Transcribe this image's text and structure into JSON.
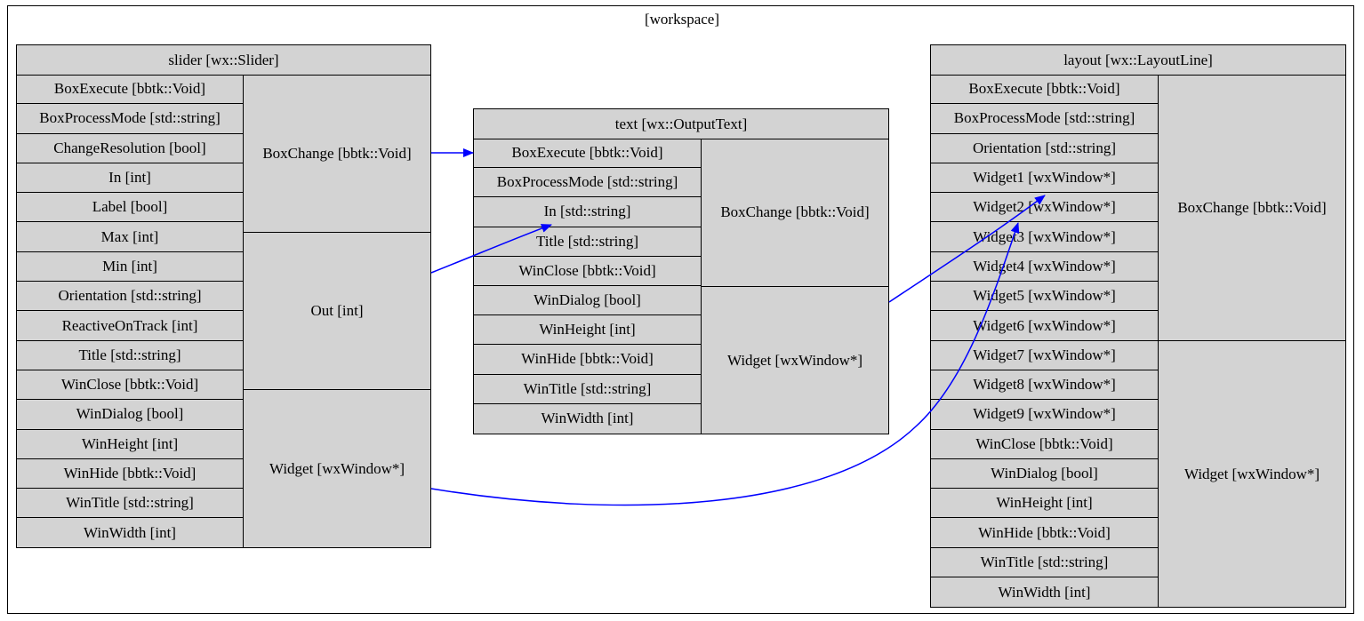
{
  "workspace": {
    "label": "[workspace]"
  },
  "nodes": {
    "slider": {
      "title": "slider [wx::Slider]",
      "inputs": [
        "BoxExecute [bbtk::Void]",
        "BoxProcessMode [std::string]",
        "ChangeResolution [bool]",
        "In [int]",
        "Label [bool]",
        "Max [int]",
        "Min [int]",
        "Orientation [std::string]",
        "ReactiveOnTrack [int]",
        "Title [std::string]",
        "WinClose [bbtk::Void]",
        "WinDialog [bool]",
        "WinHeight [int]",
        "WinHide [bbtk::Void]",
        "WinTitle [std::string]",
        "WinWidth [int]"
      ],
      "outputs": [
        "BoxChange [bbtk::Void]",
        "Out [int]",
        "Widget [wxWindow*]"
      ]
    },
    "text": {
      "title": "text [wx::OutputText]",
      "inputs": [
        "BoxExecute [bbtk::Void]",
        "BoxProcessMode [std::string]",
        "In [std::string]",
        "Title [std::string]",
        "WinClose [bbtk::Void]",
        "WinDialog [bool]",
        "WinHeight [int]",
        "WinHide [bbtk::Void]",
        "WinTitle [std::string]",
        "WinWidth [int]"
      ],
      "outputs": [
        "BoxChange [bbtk::Void]",
        "Widget [wxWindow*]"
      ]
    },
    "layout": {
      "title": "layout [wx::LayoutLine]",
      "inputs": [
        "BoxExecute [bbtk::Void]",
        "BoxProcessMode [std::string]",
        "Orientation [std::string]",
        "Widget1 [wxWindow*]",
        "Widget2 [wxWindow*]",
        "Widget3 [wxWindow*]",
        "Widget4 [wxWindow*]",
        "Widget5 [wxWindow*]",
        "Widget6 [wxWindow*]",
        "Widget7 [wxWindow*]",
        "Widget8 [wxWindow*]",
        "Widget9 [wxWindow*]",
        "WinClose [bbtk::Void]",
        "WinDialog [bool]",
        "WinHeight [int]",
        "WinHide [bbtk::Void]",
        "WinTitle [std::string]",
        "WinWidth [int]"
      ],
      "outputs": [
        "BoxChange [bbtk::Void]",
        "Widget [wxWindow*]"
      ]
    }
  },
  "edges": [
    {
      "from": "slider.BoxChange",
      "to": "text.BoxExecute"
    },
    {
      "from": "slider.Out",
      "to": "text.In"
    },
    {
      "from": "slider.Widget",
      "to": "layout.Widget2"
    },
    {
      "from": "text.Widget",
      "to": "layout.Widget1"
    }
  ],
  "colors": {
    "box_fill": "#d3d3d3",
    "edge": "#0000ff",
    "border": "#000000"
  }
}
